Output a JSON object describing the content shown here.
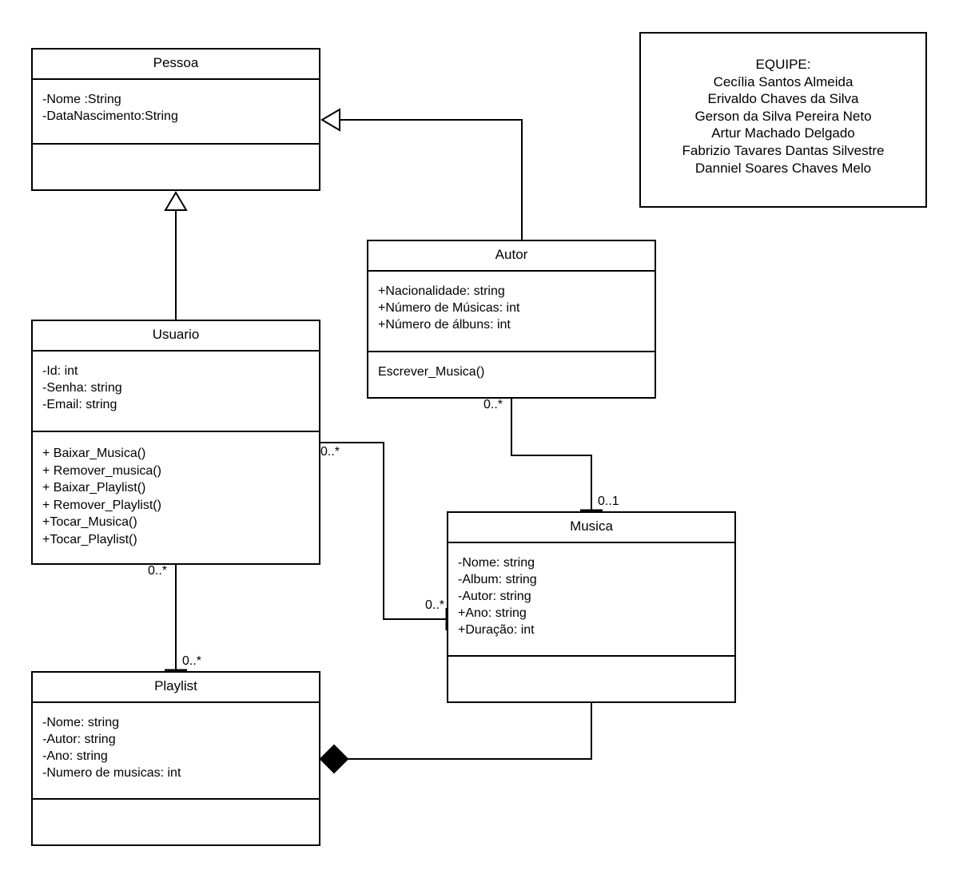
{
  "classes": {
    "pessoa": {
      "name": "Pessoa",
      "attributes": [
        "-Nome :String",
        "-DataNascimento:String"
      ],
      "operations": []
    },
    "autor": {
      "name": "Autor",
      "attributes": [
        "+Nacionalidade: string",
        "+Número de Músicas: int",
        "+Número de álbuns: int"
      ],
      "operations": [
        "Escrever_Musica()"
      ]
    },
    "usuario": {
      "name": "Usuario",
      "attributes": [
        "-Id: int",
        "-Senha: string",
        "-Email: string"
      ],
      "operations": [
        "+ Baixar_Musica()",
        "+ Remover_musica()",
        "+ Baixar_Playlist()",
        "+ Remover_Playlist()",
        "+Tocar_Musica()",
        "+Tocar_Playlist()"
      ]
    },
    "musica": {
      "name": "Musica",
      "attributes": [
        "-Nome: string",
        "-Album: string",
        "-Autor: string",
        "+Ano: string",
        "+Duração: int"
      ],
      "operations": []
    },
    "playlist": {
      "name": "Playlist",
      "attributes": [
        "-Nome: string",
        "-Autor: string",
        "-Ano: string",
        "-Numero de musicas: int"
      ],
      "operations": []
    }
  },
  "team_note": {
    "heading": "EQUIPE:",
    "members": [
      "Cecília Santos Almeida",
      "Erivaldo Chaves da Silva",
      "Gerson da Silva Pereira Neto",
      "Artur Machado Delgado",
      "Fabrizio Tavares Dantas Silvestre",
      "Danniel Soares Chaves Melo"
    ]
  },
  "relationships": {
    "autor_musica": {
      "autor_end": "0..*",
      "musica_end": "0..1"
    },
    "usuario_musica": {
      "usuario_end": "0..*",
      "musica_end": "0..*"
    },
    "usuario_playlist": {
      "usuario_end": "0..*",
      "playlist_end": "0..*"
    }
  }
}
